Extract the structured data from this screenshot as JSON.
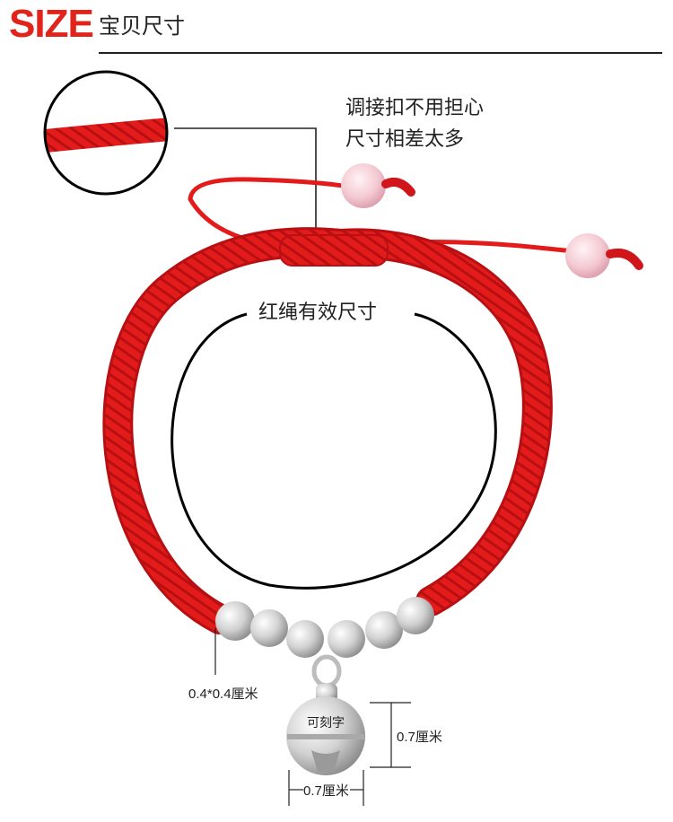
{
  "header": {
    "size_label": "SIZE",
    "subtitle": "宝贝尺寸"
  },
  "notes": {
    "line1": "调接扣不用担心",
    "line2": "尺寸相差太多"
  },
  "inner_label": "红绳有效尺寸",
  "charm_engraving": "可刻字",
  "dimensions": {
    "bead": "0.4*0.4厘米",
    "bell_height": "0.7厘米",
    "bell_width": "0.7厘米"
  },
  "colors": {
    "accent": "#e2231a",
    "cord": "#e31b1b",
    "bead_pink": "#f4c9d2",
    "silver": "#d6d6d6"
  },
  "icons": [
    "bracelet-image",
    "zoom-circle-icon",
    "bell-charm-icon"
  ]
}
